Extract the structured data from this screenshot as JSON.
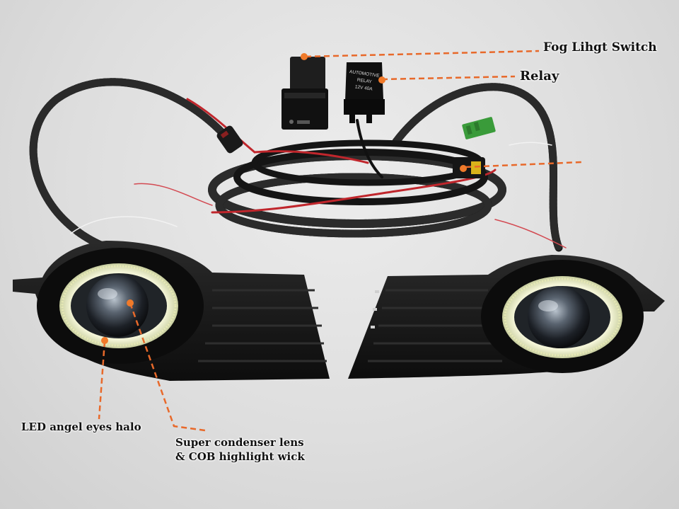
{
  "callouts": {
    "fog_switch": "Fog Lihgt Switch",
    "relay": "Relay",
    "led_halo": "LED angel eyes halo",
    "lens_line1": "Super condenser lens",
    "lens_line2": "& COB highlight wick"
  },
  "relay_label": {
    "line1": "AUTOMOTIVE",
    "line2": "RELAY",
    "line3": "12V 40A"
  },
  "colors": {
    "callout_dot": "#f07a2a",
    "callout_line": "#e8692a",
    "background": "#dedede",
    "halo": "#eef0c8"
  }
}
